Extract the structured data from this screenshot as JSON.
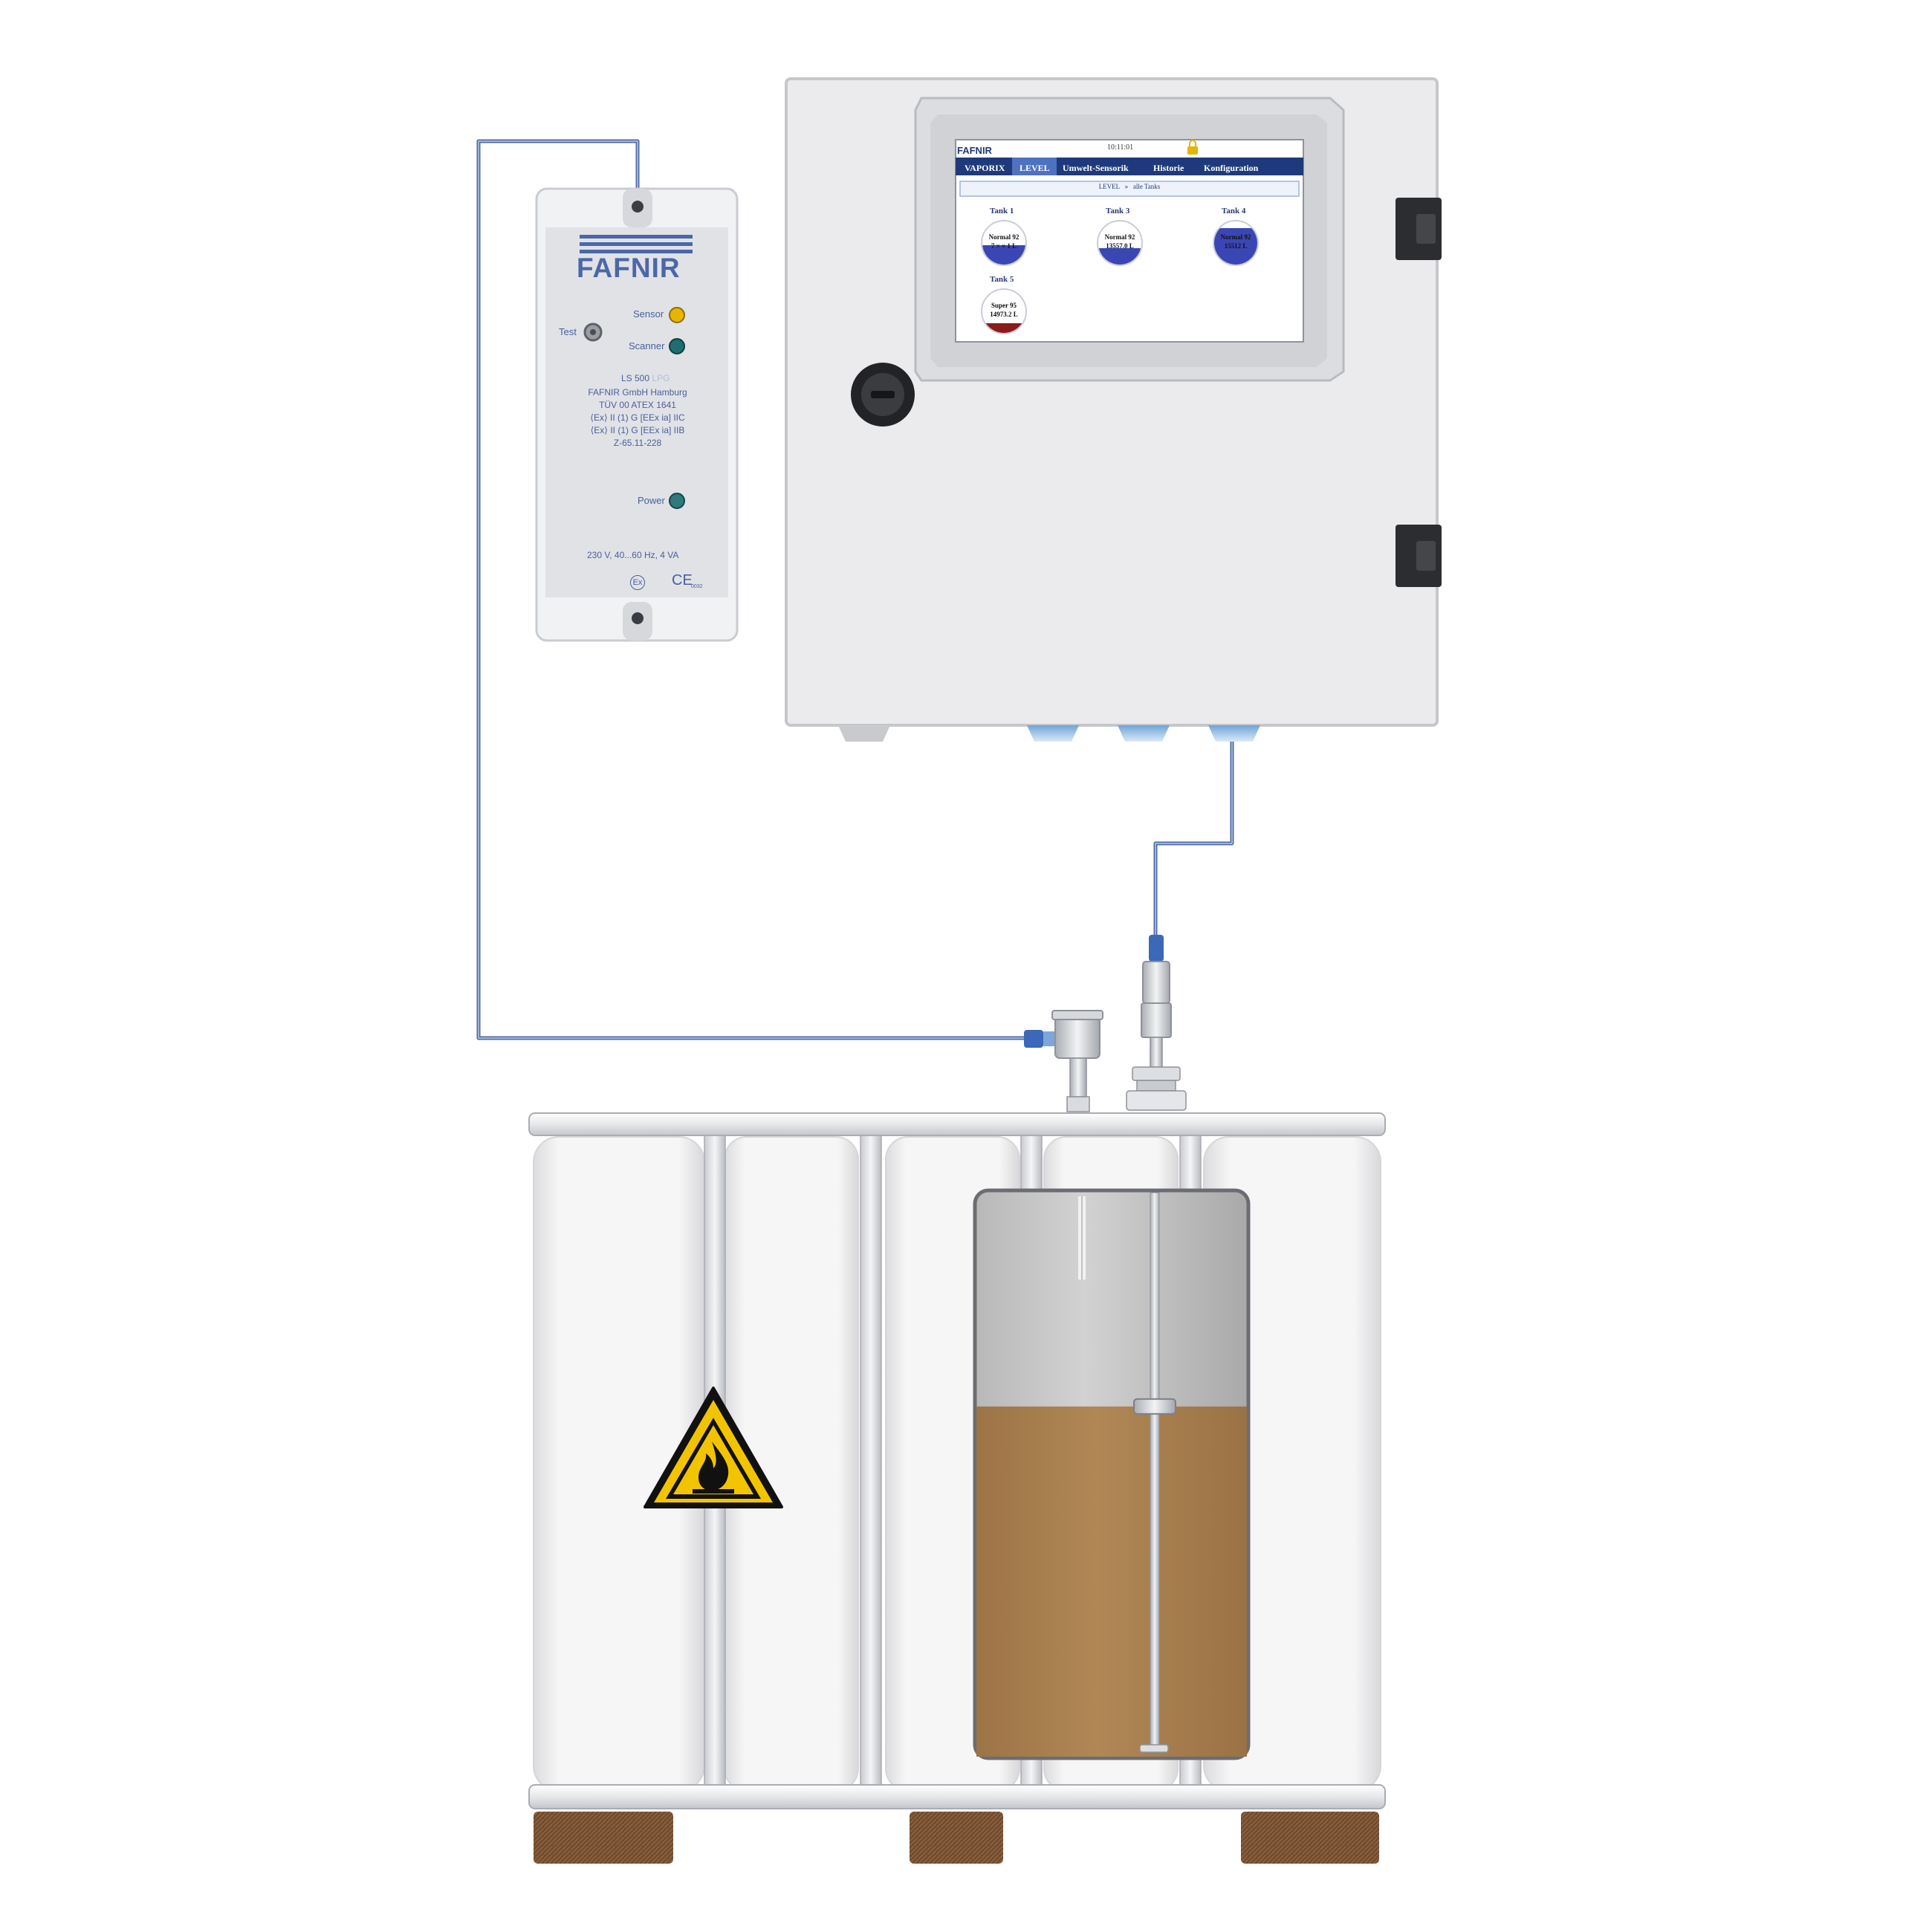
{
  "barrier": {
    "brand": "FAFNIR",
    "sensor_label": "Sensor",
    "scanner_label": "Scanner",
    "test_label": "Test",
    "power_label": "Power",
    "model": "LS 500",
    "model_suffix": "LPG",
    "info_lines": [
      "FAFNIR GmbH Hamburg",
      "TÜV 00 ATEX 1641",
      "⟨Ex⟩ II (1) G [EEx ia] IIC",
      "⟨Ex⟩ II (1) G [EEx ia] IIB",
      "Z-65.11-228"
    ],
    "power_spec": "230 V, 40...60 Hz, 4 VA",
    "ex_mark": "Ex",
    "ce_mark": "CE",
    "ce_number": "0032",
    "colors": {
      "sensor_led": "#e8b400",
      "scanner_led": "#1f6e70",
      "power_led": "#2f7a7a",
      "brand": "#4a67a8"
    }
  },
  "controller": {
    "screen": {
      "logo": "FAFNIR",
      "time": "10:11:01",
      "tabs": [
        "VAPORIX",
        "LEVEL",
        "Umwelt-Sensorik",
        "Historie",
        "Konfiguration"
      ],
      "active_tab": "LEVEL",
      "breadcrumb": "LEVEL   »   alle Tanks",
      "tanks": [
        {
          "title": "Tank 1",
          "product": "Normal 92",
          "volume": "7 × × 1 L",
          "fill": 0.45,
          "color": "#3b46b5"
        },
        {
          "title": "Tank 3",
          "product": "Normal 92",
          "volume": "13557.0 L",
          "fill": 0.38,
          "color": "#3b46b5"
        },
        {
          "title": "Tank 4",
          "product": "Normal 92",
          "volume": "15512 L",
          "fill": 0.85,
          "color": "#3b46b5"
        },
        {
          "title": "Tank 5",
          "product": "Super 95",
          "volume": "14973.2 L",
          "fill": 0.22,
          "color": "#8b1a1a"
        }
      ]
    }
  },
  "tank": {
    "product_level": 0.62,
    "hazard_sign": "flammable-warning",
    "colors": {
      "liquid": "#a77e4e",
      "hazard_yellow": "#f2c400"
    }
  }
}
